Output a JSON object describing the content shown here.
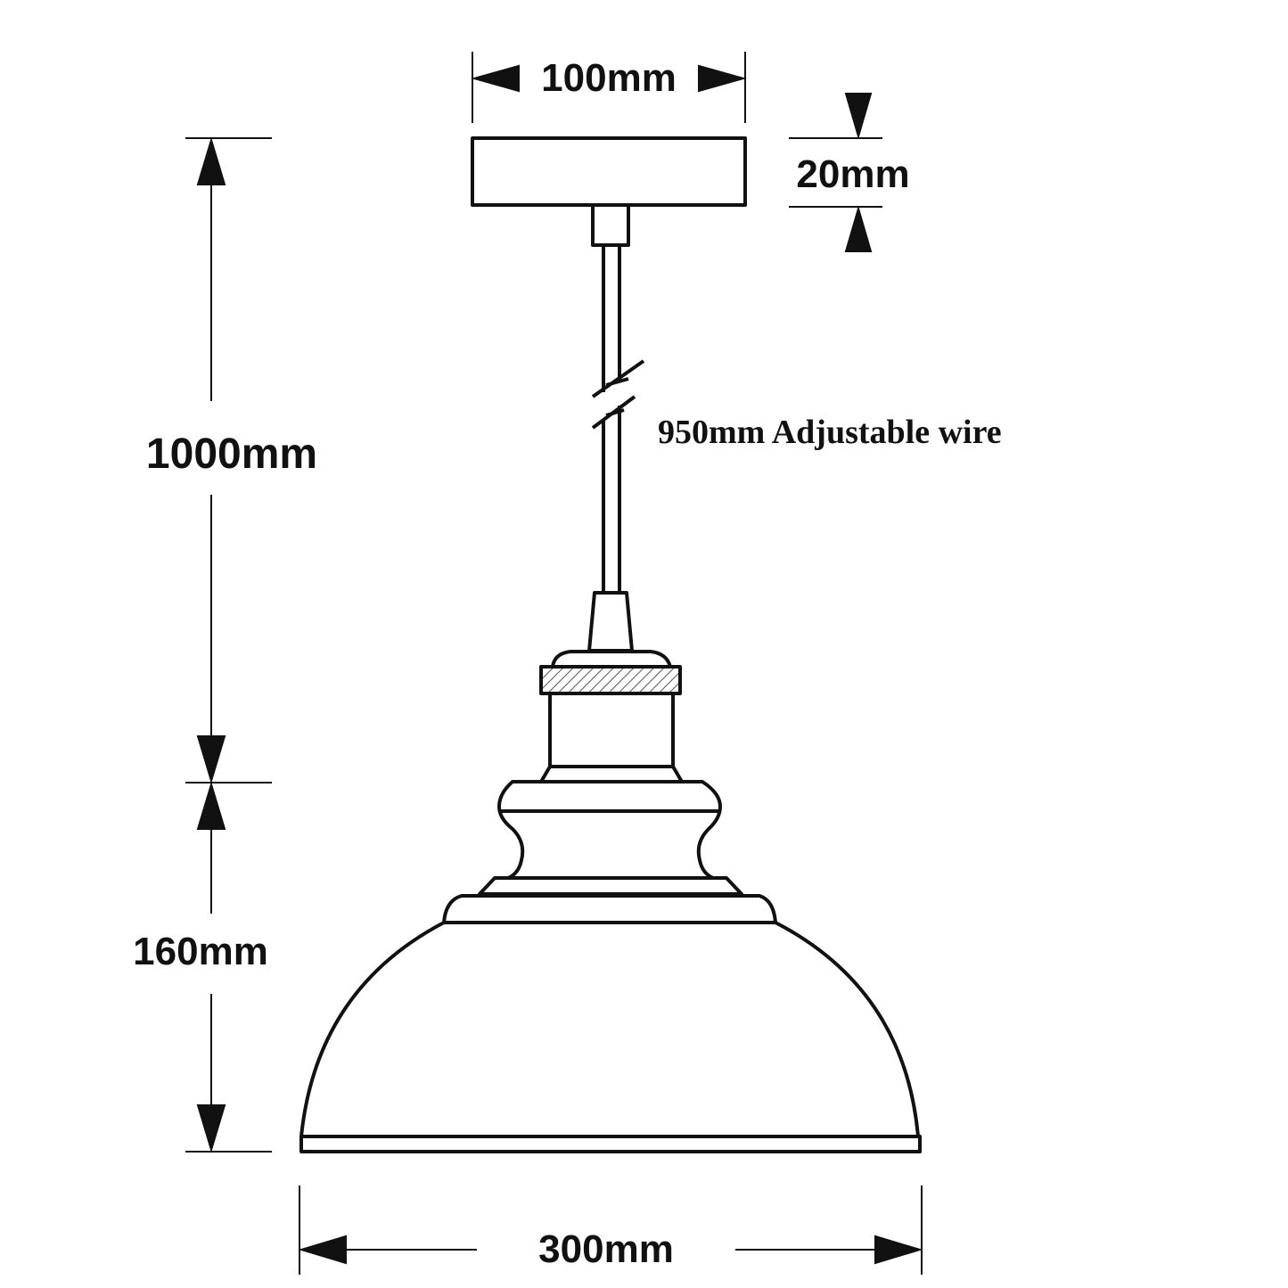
{
  "title": "Pendant lamp dimensions",
  "colors": {
    "line": "#111111",
    "background": "#ffffff"
  },
  "dimensions": {
    "canopy_width": "100mm",
    "canopy_height": "20mm",
    "total_drop": "1000mm",
    "shade_height": "160mm",
    "shade_diameter": "300mm",
    "wire_note": "950mm Adjustable wire"
  }
}
